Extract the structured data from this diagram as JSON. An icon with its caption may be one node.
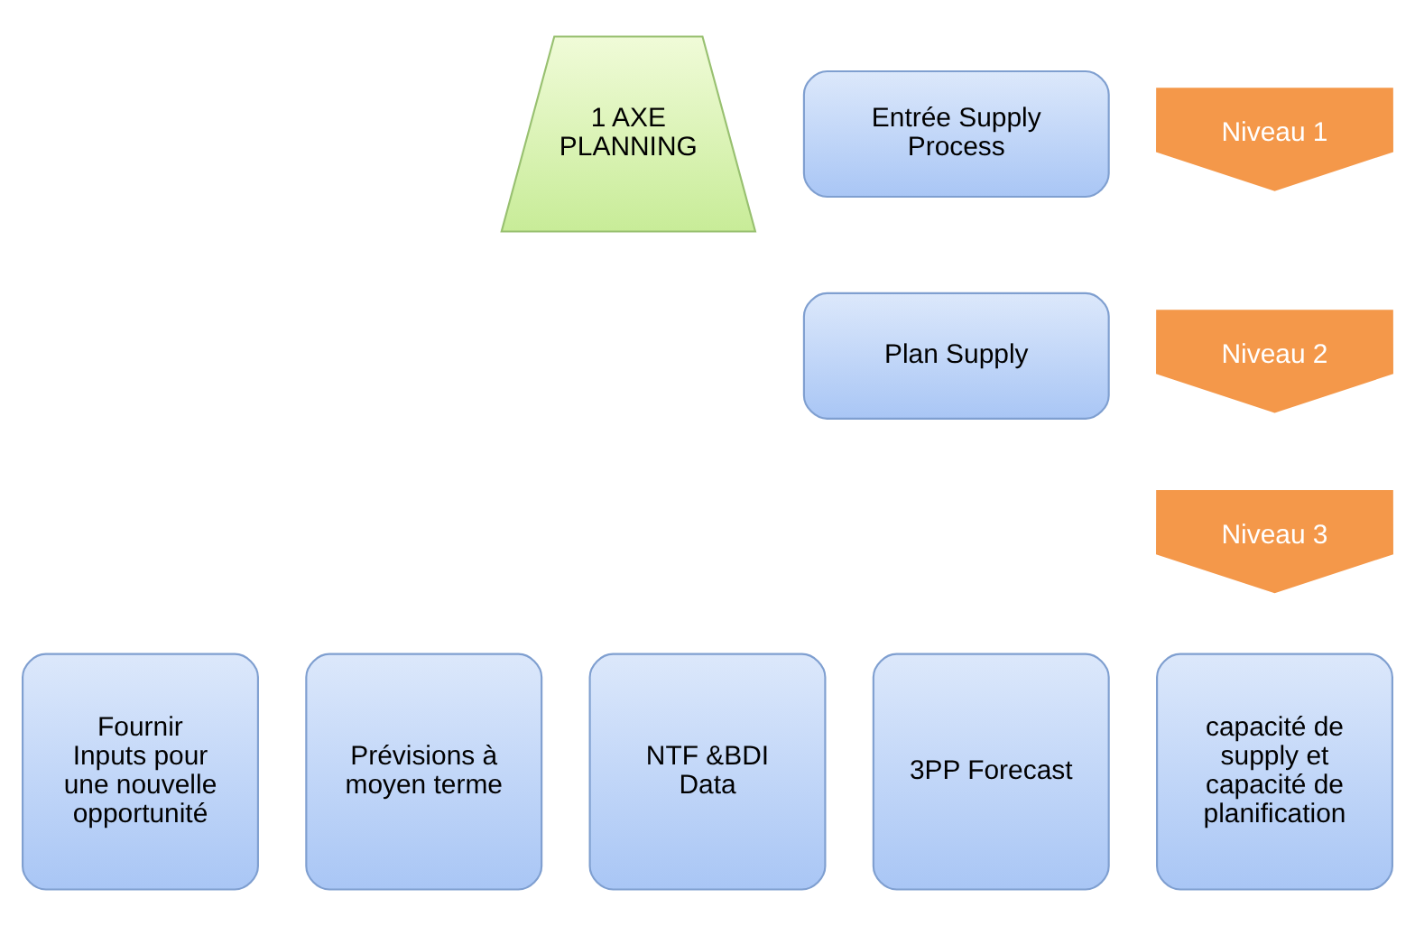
{
  "diagram": {
    "nodes": [
      {
        "text": [
          "1 AXE PLANNING"
        ]
      },
      {
        "text": [
          "Entrée Supply Process"
        ]
      },
      {
        "text": [
          "Plan Supply"
        ]
      },
      {
        "text": [
          "Niveau 1"
        ]
      },
      {
        "text": [
          "Niveau 2"
        ]
      },
      {
        "text": [
          "Niveau 3"
        ]
      },
      {
        "text": [
          "Fournir Inputs pour une nouvelle opportunité"
        ]
      },
      {
        "text": [
          "Prévisions à moyen terme"
        ]
      },
      {
        "text": [
          "NTF &BDI Data"
        ]
      },
      {
        "text": [
          "3PP Forecast"
        ]
      },
      {
        "text": [
          "capacité de supply et capacité de planification"
        ]
      }
    ],
    "edges": []
  }
}
